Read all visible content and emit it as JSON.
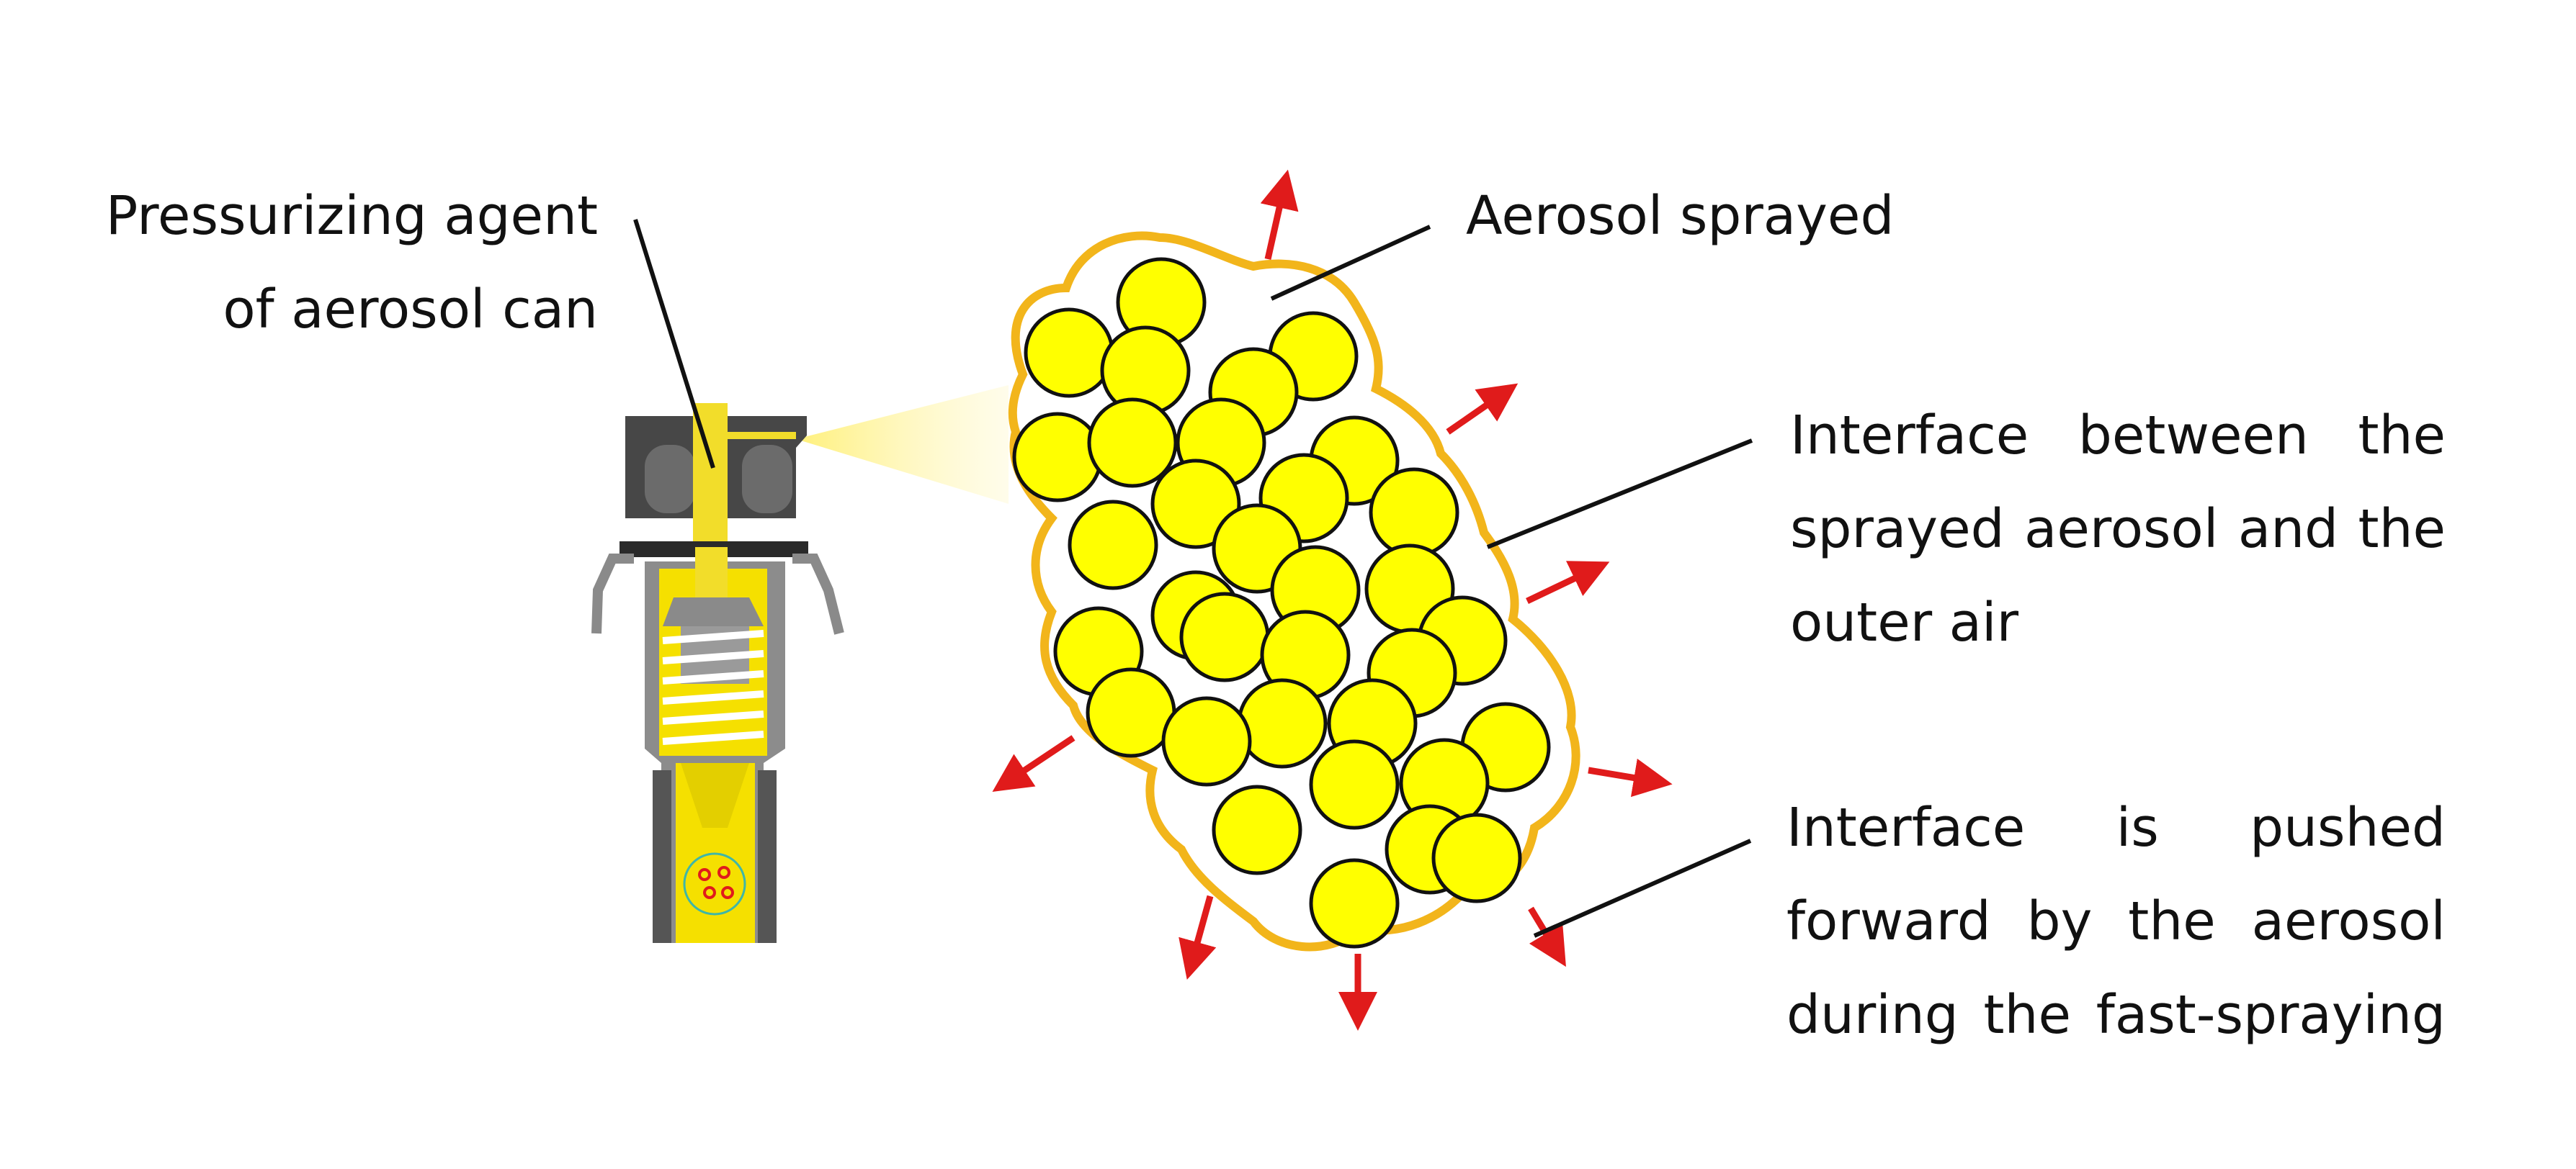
{
  "labels": {
    "pressurizing_agent": [
      "Pressurizing agent",
      "of aerosol can"
    ],
    "aerosol_sprayed": "Aerosol sprayed",
    "interface_between": [
      "Interface between the",
      "sprayed aerosol and the",
      "outer air"
    ],
    "interface_pushed": [
      "Interface is pushed",
      "forward by the aerosol",
      "during the fast-spraying"
    ]
  },
  "colors": {
    "droplet_fill": "#ffff00",
    "droplet_stroke": "#111111",
    "interface_outline": "#f2b51b",
    "arrow": "#e01b1b",
    "nozzle_dark": "#4a4a4a",
    "nozzle_yellow": "#f5e000"
  }
}
